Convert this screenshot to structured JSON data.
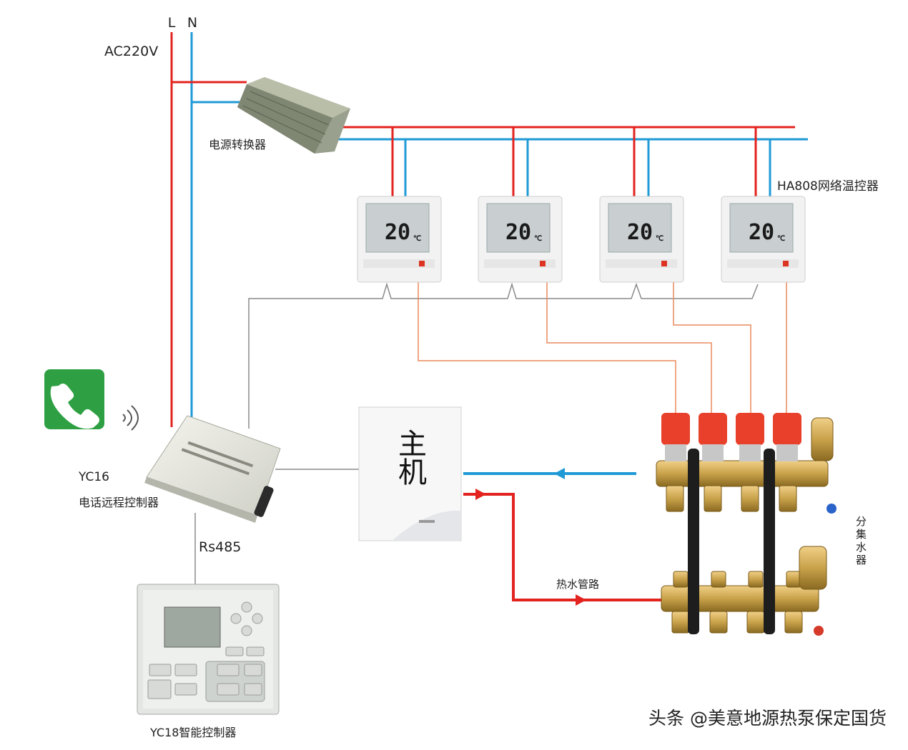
{
  "labels": {
    "line_L": "L",
    "line_N": "N",
    "ac_voltage": "AC220V",
    "power_converter": "电源转换器",
    "thermostat_network": "HA808网络温控器",
    "phone_controller_model": "YC16",
    "phone_controller_name": "电话远程控制器",
    "bus": "Rs485",
    "smart_controller": "YC18智能控制器",
    "boiler": "主机",
    "hot_water_pipe": "热水管路",
    "manifold": "分集水器",
    "watermark": "头条 @美意地源热泵保定国货"
  },
  "thermostats": [
    {
      "temp": "20",
      "unit": "℃"
    },
    {
      "temp": "20",
      "unit": "℃"
    },
    {
      "temp": "20",
      "unit": "℃"
    },
    {
      "temp": "20",
      "unit": "℃"
    }
  ],
  "colors": {
    "live_wire": "#e3231f",
    "neutral_wire": "#1f9ad6",
    "signal_wire": "#8a8a8a",
    "valve_wire": "#e98a5c",
    "phone_icon_bg": "#2ea043",
    "actuator": "#e8402a",
    "brass": "#c9a24a"
  },
  "icons": [
    "phone-icon",
    "wireless-signal-icon"
  ]
}
